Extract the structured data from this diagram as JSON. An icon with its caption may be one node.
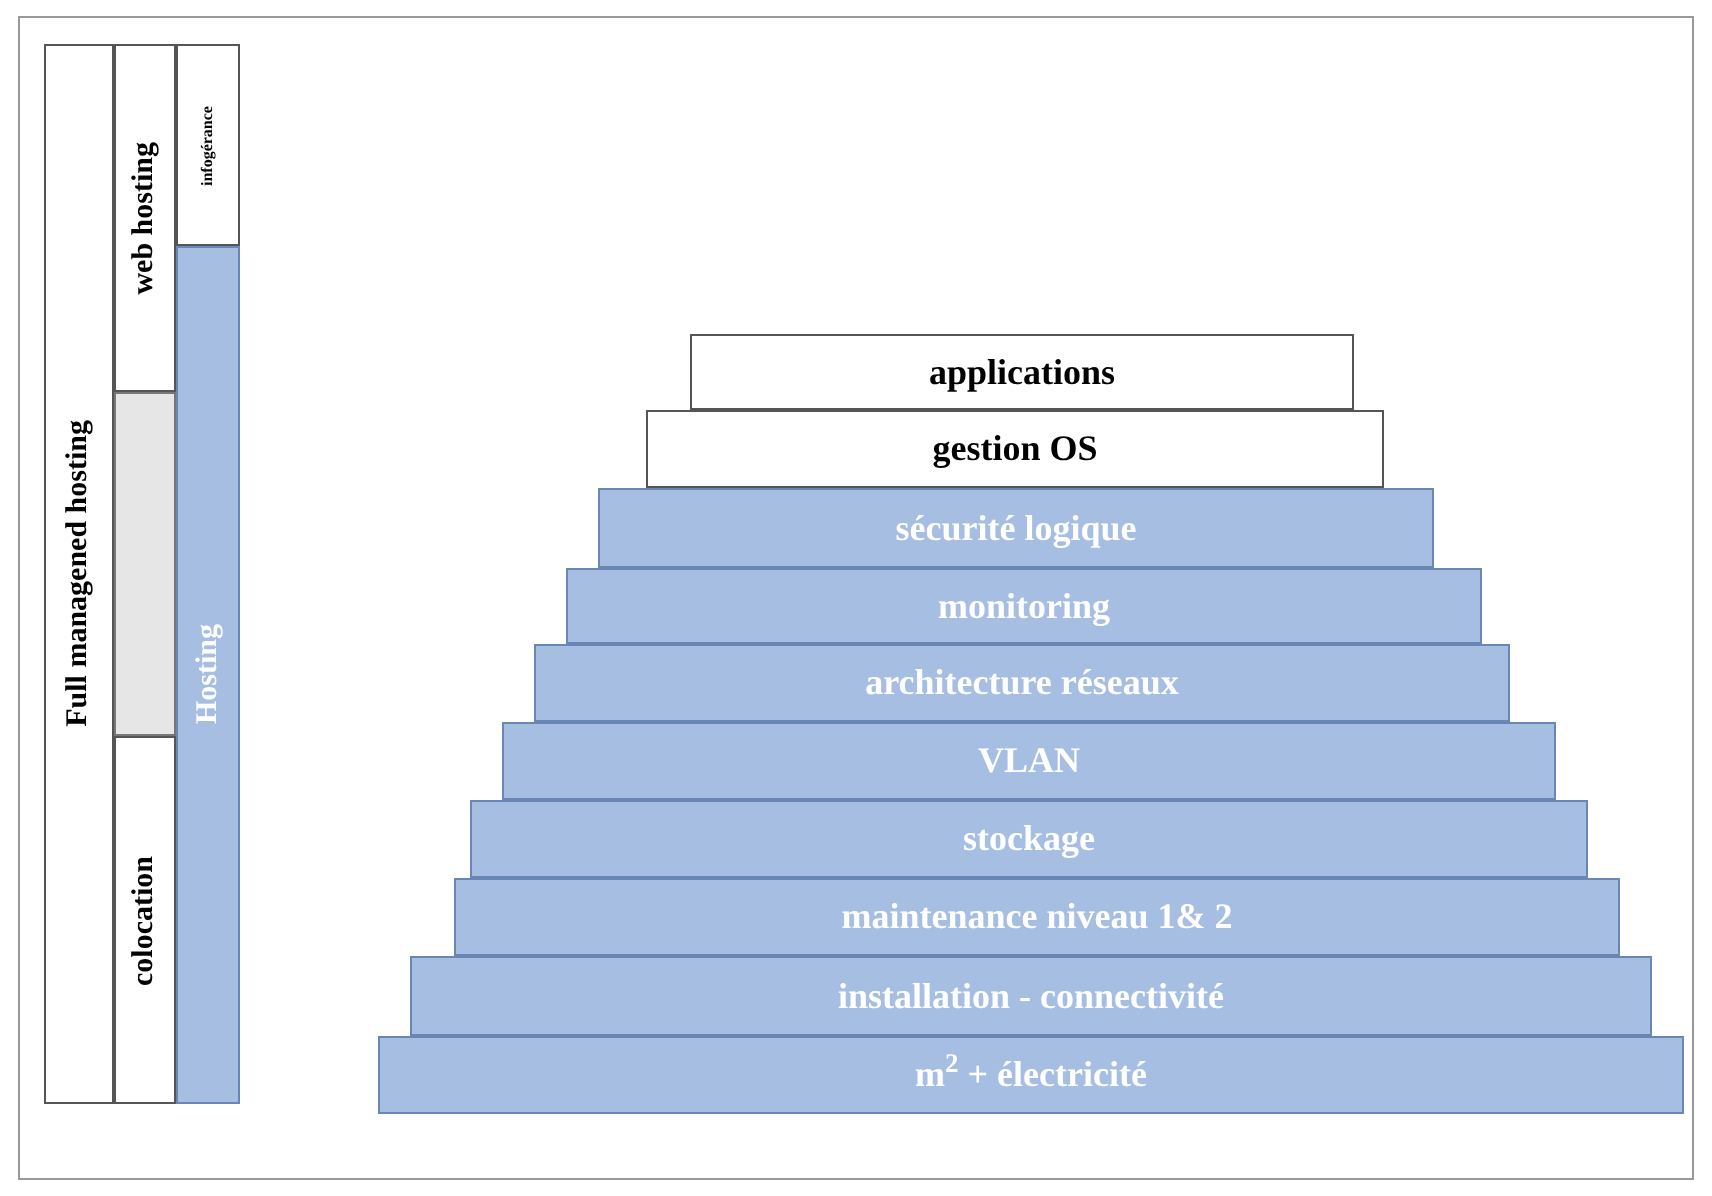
{
  "diagram": {
    "nodes": [
      {
        "text": [
          "Full managened hosting"
        ]
      },
      {
        "text": [
          "web hosting"
        ]
      },
      {
        "text": [],
        "shape": "box"
      },
      {
        "text": [
          "colocation"
        ]
      },
      {
        "text": [
          "infogérance"
        ]
      },
      {
        "text": [
          "Hosting"
        ]
      },
      {
        "text": [
          "applications"
        ]
      },
      {
        "text": [
          "gestion OS"
        ]
      },
      {
        "text": [
          "sécurité logique"
        ]
      },
      {
        "text": [
          "monitoring"
        ]
      },
      {
        "text": [
          "architecture réseaux"
        ]
      },
      {
        "text": [
          "VLAN"
        ]
      },
      {
        "text": [
          "stockage"
        ]
      },
      {
        "text": [
          "maintenance niveau 1& 2"
        ]
      },
      {
        "text": [
          "installation - connectivité"
        ]
      },
      {
        "text": [
          "m$^{2}$ + électricité"
        ]
      }
    ]
  }
}
